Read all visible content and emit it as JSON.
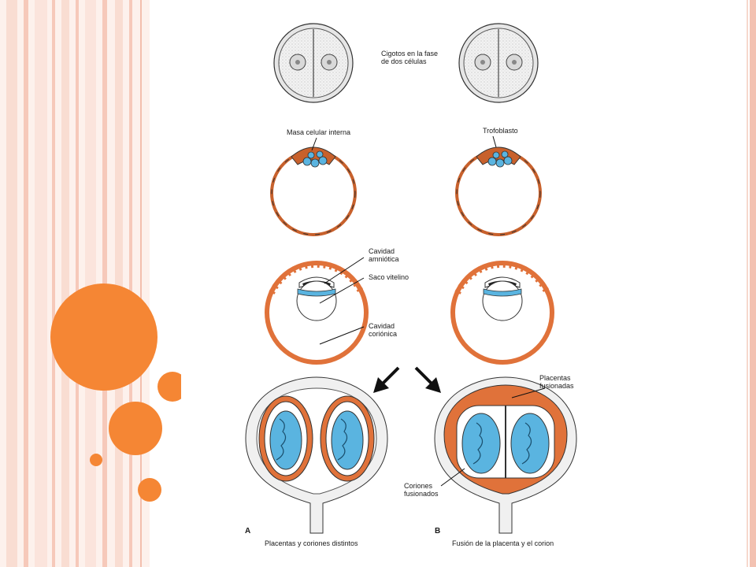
{
  "slide": {
    "accent_color": "#f58634",
    "stripe_color": "#f6c9ba"
  },
  "figure": {
    "labels": {
      "cigotos": "Cigotos en la fase\nde dos células",
      "masa_celular": "Masa celular interna",
      "trofoblasto": "Trofoblasto",
      "cavidad_amniotica": "Cavidad\namniótica",
      "saco_vitelino": "Saco vitelino",
      "cavidad_corionica": "Cavidad\ncoriónica",
      "placentas_fusionadas": "Placentas\nfusionadas",
      "coriones_fusionados": "Coriones\nfusionados",
      "letter_a": "A",
      "letter_b": "B",
      "caption_a": "Placentas y coriones distintos",
      "caption_b": "Fusión de la placenta y el corion"
    }
  }
}
